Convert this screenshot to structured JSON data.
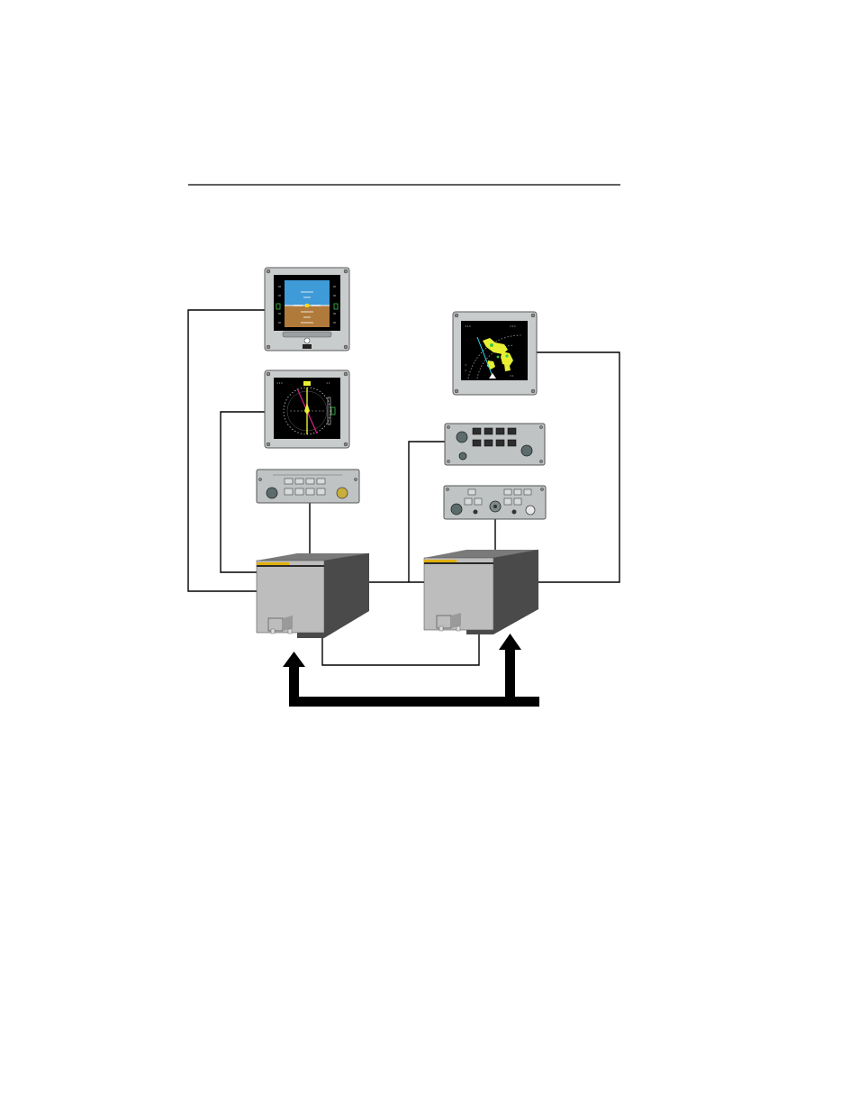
{
  "figure": {
    "colors": {
      "sky": "#3f9ad8",
      "ground": "#b07a3a",
      "weather_yellow": "#e8ef32",
      "magenta": "#e0208c",
      "cyan": "#2ad4e8",
      "green": "#3cc84a",
      "lru_front": "#bdbdbd",
      "lru_side": "#4a4a4a",
      "lru_stripe": "#e1b10d"
    },
    "components": [
      "attitude-display",
      "horizontal-situation-display",
      "display-control-panel-left",
      "symbol-generator-left",
      "weather-radar-display",
      "radar-control-panel",
      "display-control-panel-right",
      "symbol-generator-right",
      "input-bus-arrows"
    ]
  }
}
